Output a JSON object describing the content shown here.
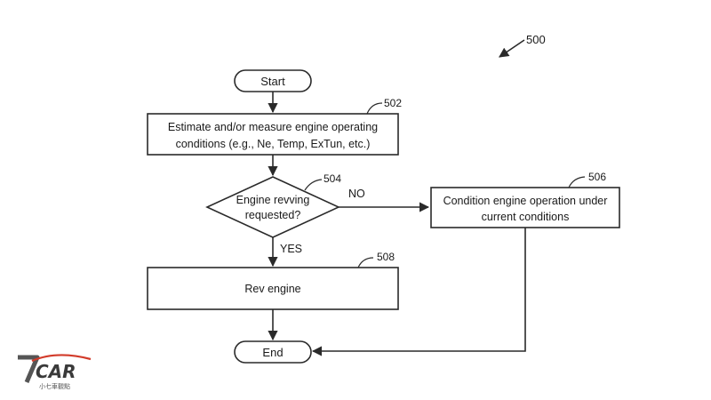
{
  "figure": {
    "ref": "500",
    "start": {
      "label": "Start"
    },
    "estimate": {
      "ref": "502",
      "line1": "Estimate and/or measure engine operating",
      "line2": "conditions (e.g., Ne, Temp, ExTun, etc.)"
    },
    "decision": {
      "ref": "504",
      "line1": "Engine revving",
      "line2": "requested?",
      "no_label": "NO",
      "yes_label": "YES"
    },
    "condition": {
      "ref": "506",
      "line1": "Condition engine operation under",
      "line2": "current conditions"
    },
    "rev": {
      "ref": "508",
      "label": "Rev engine"
    },
    "end": {
      "label": "End"
    }
  },
  "watermark": {
    "logo_text": "7CAR",
    "tagline": "小七車觀點"
  }
}
